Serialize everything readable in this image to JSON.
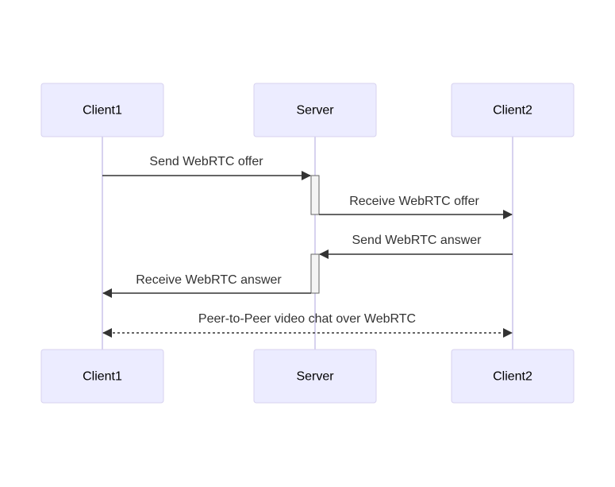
{
  "diagram": {
    "type": "sequence",
    "participants": [
      {
        "id": "client1",
        "label": "Client1"
      },
      {
        "id": "server",
        "label": "Server"
      },
      {
        "id": "client2",
        "label": "Client2"
      }
    ],
    "messages": [
      {
        "from": "client1",
        "to": "server",
        "label": "Send WebRTC offer",
        "style": "solid",
        "arrow": "end"
      },
      {
        "from": "server",
        "to": "client2",
        "label": "Receive WebRTC offer",
        "style": "solid",
        "arrow": "end"
      },
      {
        "from": "client2",
        "to": "server",
        "label": "Send WebRTC answer",
        "style": "solid",
        "arrow": "end"
      },
      {
        "from": "server",
        "to": "client1",
        "label": "Receive WebRTC answer",
        "style": "solid",
        "arrow": "end"
      },
      {
        "from": "client1",
        "to": "client2",
        "label": "Peer-to-Peer video chat over WebRTC",
        "style": "dotted",
        "arrow": "both"
      }
    ],
    "colors": {
      "actor_fill": "#ececff",
      "actor_stroke": "#d7d2ef",
      "lifeline": "#d7d2ef",
      "message": "#333333",
      "activation_fill": "#f4f4f4",
      "activation_stroke": "#666666"
    }
  }
}
